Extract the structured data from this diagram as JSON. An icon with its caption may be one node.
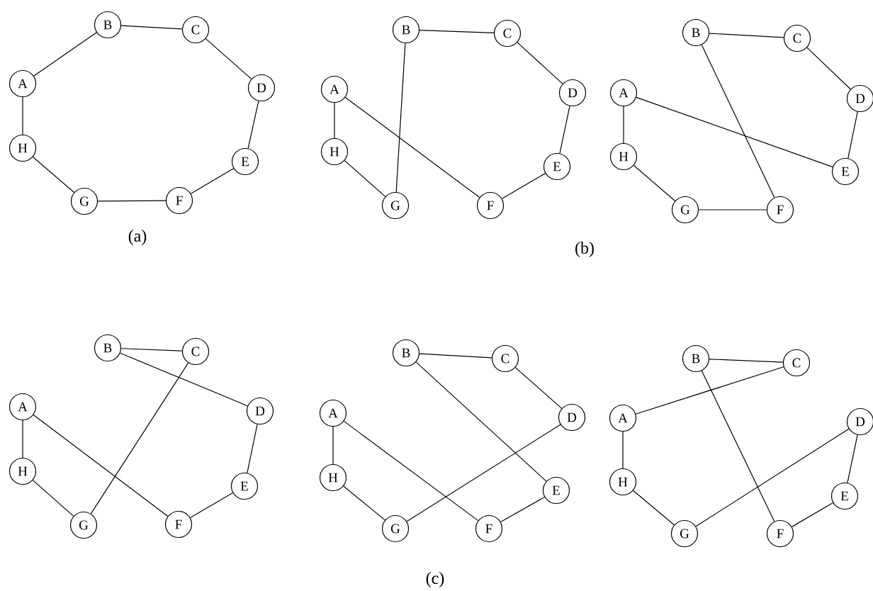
{
  "diagram": {
    "nodes": [
      {
        "text": [
          "A"
        ]
      },
      {
        "text": [
          "B"
        ]
      },
      {
        "text": [
          "C"
        ]
      },
      {
        "text": [
          "D"
        ]
      },
      {
        "text": [
          "E"
        ]
      },
      {
        "text": [
          "F"
        ]
      },
      {
        "text": [
          "G"
        ]
      },
      {
        "text": [
          "H"
        ]
      },
      {
        "text": [
          "A"
        ]
      },
      {
        "text": [
          "B"
        ]
      },
      {
        "text": [
          "C"
        ]
      },
      {
        "text": [
          "D"
        ]
      },
      {
        "text": [
          "E"
        ]
      },
      {
        "text": [
          "F"
        ]
      },
      {
        "text": [
          "G"
        ]
      },
      {
        "text": [
          "H"
        ]
      },
      {
        "text": [
          "A"
        ]
      },
      {
        "text": [
          "B"
        ]
      },
      {
        "text": [
          "C"
        ]
      },
      {
        "text": [
          "D"
        ]
      },
      {
        "text": [
          "E"
        ]
      },
      {
        "text": [
          "F"
        ]
      },
      {
        "text": [
          "G"
        ]
      },
      {
        "text": [
          "H"
        ]
      },
      {
        "text": [
          "A"
        ]
      },
      {
        "text": [
          "B"
        ]
      },
      {
        "text": [
          "C"
        ]
      },
      {
        "text": [
          "D"
        ]
      },
      {
        "text": [
          "E"
        ]
      },
      {
        "text": [
          "F"
        ]
      },
      {
        "text": [
          "G"
        ]
      },
      {
        "text": [
          "H"
        ]
      },
      {
        "text": [
          "A"
        ]
      },
      {
        "text": [
          "B"
        ]
      },
      {
        "text": [
          "C"
        ]
      },
      {
        "text": [
          "D"
        ]
      },
      {
        "text": [
          "E"
        ]
      },
      {
        "text": [
          "F"
        ]
      },
      {
        "text": [
          "G"
        ]
      },
      {
        "text": [
          "H"
        ]
      },
      {
        "text": [
          "A"
        ]
      },
      {
        "text": [
          "B"
        ]
      },
      {
        "text": [
          "C"
        ]
      },
      {
        "text": [
          "D"
        ]
      },
      {
        "text": [
          "E"
        ]
      },
      {
        "text": [
          "F"
        ]
      },
      {
        "text": [
          "G"
        ]
      },
      {
        "text": [
          "H"
        ]
      }
    ],
    "edges": [
      {
        "from": 0,
        "to": 1,
        "arrow": "none"
      },
      {
        "from": 1,
        "to": 2,
        "arrow": "none"
      },
      {
        "from": 2,
        "to": 3,
        "arrow": "none"
      },
      {
        "from": 3,
        "to": 4,
        "arrow": "none"
      },
      {
        "from": 4,
        "to": 5,
        "arrow": "none"
      },
      {
        "from": 5,
        "to": 6,
        "arrow": "none"
      },
      {
        "from": 6,
        "to": 7,
        "arrow": "none"
      },
      {
        "from": 7,
        "to": 0,
        "arrow": "none"
      },
      {
        "from": 9,
        "to": 10,
        "arrow": "none"
      },
      {
        "from": 10,
        "to": 11,
        "arrow": "none"
      },
      {
        "from": 11,
        "to": 12,
        "arrow": "none"
      },
      {
        "from": 12,
        "to": 13,
        "arrow": "none"
      },
      {
        "from": 8,
        "to": 15,
        "arrow": "none"
      },
      {
        "from": 15,
        "to": 14,
        "arrow": "none"
      },
      {
        "from": 9,
        "to": 14,
        "arrow": "none"
      },
      {
        "from": 8,
        "to": 13,
        "arrow": "none"
      },
      {
        "from": 17,
        "to": 18,
        "arrow": "none"
      },
      {
        "from": 18,
        "to": 19,
        "arrow": "none"
      },
      {
        "from": 19,
        "to": 20,
        "arrow": "none"
      },
      {
        "from": 16,
        "to": 20,
        "arrow": "none"
      },
      {
        "from": 16,
        "to": 23,
        "arrow": "none"
      },
      {
        "from": 23,
        "to": 22,
        "arrow": "none"
      },
      {
        "from": 22,
        "to": 21,
        "arrow": "none"
      },
      {
        "from": 17,
        "to": 21,
        "arrow": "none"
      },
      {
        "from": 25,
        "to": 26,
        "arrow": "none"
      },
      {
        "from": 25,
        "to": 27,
        "arrow": "none"
      },
      {
        "from": 27,
        "to": 28,
        "arrow": "none"
      },
      {
        "from": 28,
        "to": 29,
        "arrow": "none"
      },
      {
        "from": 26,
        "to": 30,
        "arrow": "none"
      },
      {
        "from": 24,
        "to": 31,
        "arrow": "none"
      },
      {
        "from": 31,
        "to": 30,
        "arrow": "none"
      },
      {
        "from": 24,
        "to": 29,
        "arrow": "none"
      },
      {
        "from": 33,
        "to": 34,
        "arrow": "none"
      },
      {
        "from": 34,
        "to": 35,
        "arrow": "none"
      },
      {
        "from": 33,
        "to": 36,
        "arrow": "none"
      },
      {
        "from": 36,
        "to": 37,
        "arrow": "none"
      },
      {
        "from": 32,
        "to": 37,
        "arrow": "none"
      },
      {
        "from": 32,
        "to": 39,
        "arrow": "none"
      },
      {
        "from": 39,
        "to": 38,
        "arrow": "none"
      },
      {
        "from": 38,
        "to": 35,
        "arrow": "none"
      },
      {
        "from": 41,
        "to": 42,
        "arrow": "none"
      },
      {
        "from": 40,
        "to": 42,
        "arrow": "none"
      },
      {
        "from": 41,
        "to": 45,
        "arrow": "none"
      },
      {
        "from": 43,
        "to": 46,
        "arrow": "none"
      },
      {
        "from": 43,
        "to": 44,
        "arrow": "none"
      },
      {
        "from": 44,
        "to": 45,
        "arrow": "none"
      },
      {
        "from": 40,
        "to": 47,
        "arrow": "none"
      },
      {
        "from": 47,
        "to": 46,
        "arrow": "none"
      }
    ],
    "labels": [
      "(a)",
      "(b)",
      "(c)"
    ]
  }
}
